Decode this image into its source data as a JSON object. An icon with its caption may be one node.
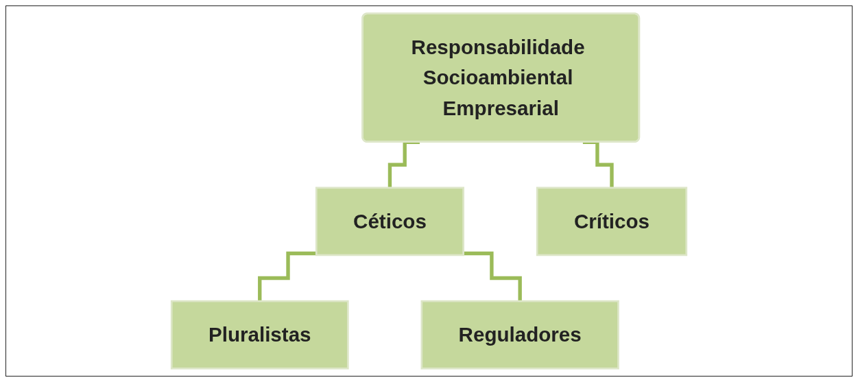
{
  "diagram": {
    "nodes": [
      {
        "text": [
          "Responsabilidade Socioambiental Empresarial"
        ]
      },
      {
        "text": [
          "Céticos"
        ]
      },
      {
        "text": [
          "Críticos"
        ]
      },
      {
        "text": [
          "Pluralistas"
        ]
      },
      {
        "text": [
          "Reguladores"
        ]
      }
    ],
    "edges": [
      {
        "from": 0,
        "to": 1,
        "arrow": "none"
      },
      {
        "from": 0,
        "to": 2,
        "arrow": "none"
      },
      {
        "from": 1,
        "to": 3,
        "arrow": "none"
      },
      {
        "from": 1,
        "to": 4,
        "arrow": "none"
      }
    ]
  }
}
